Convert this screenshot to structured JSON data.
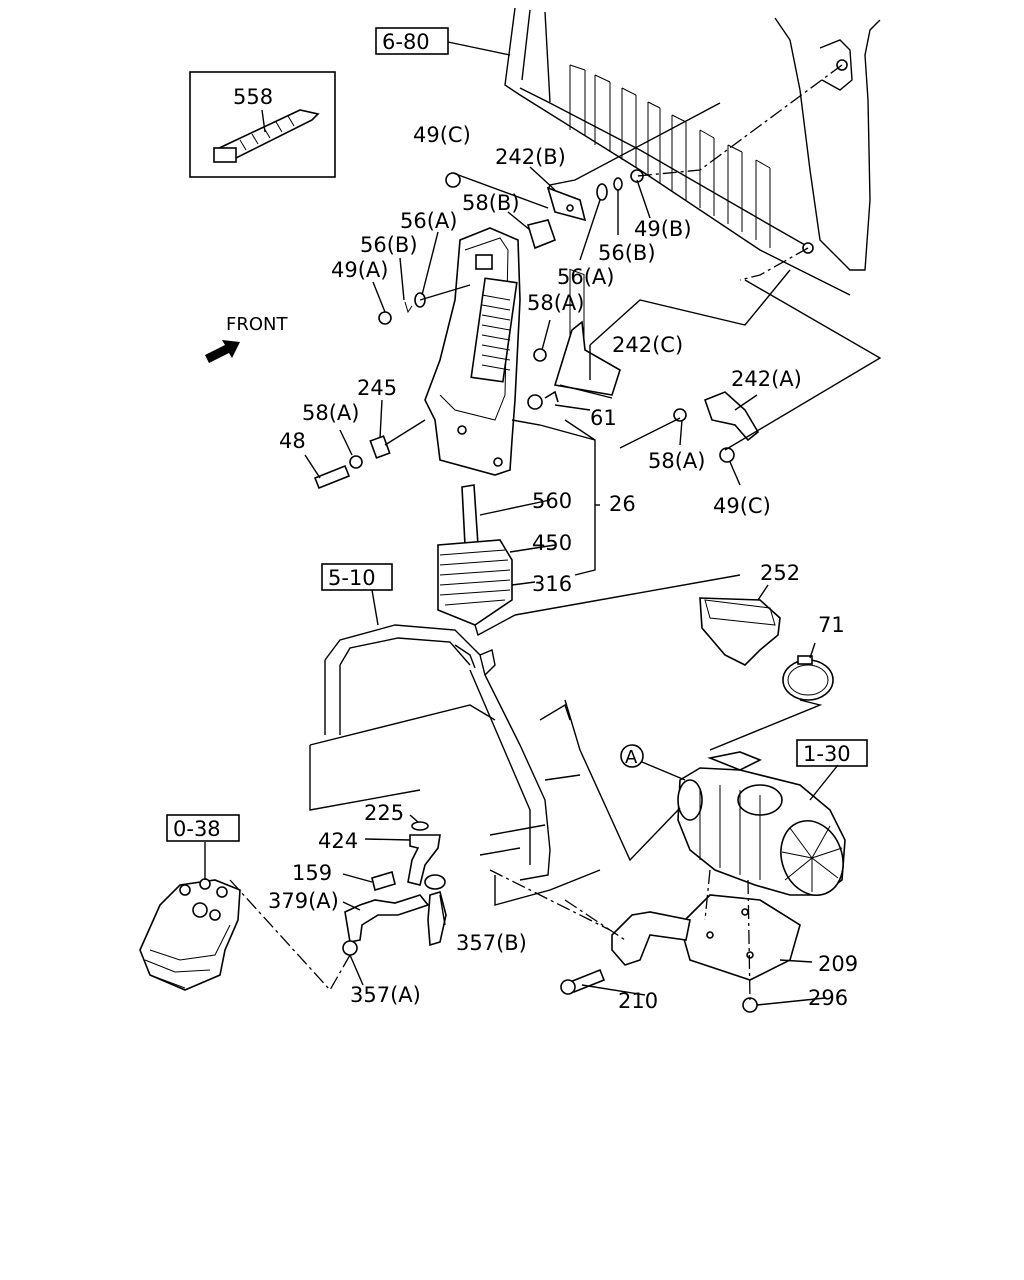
{
  "references": {
    "ref_6_80": "6-80",
    "ref_5_10": "5-10",
    "ref_1_30": "1-30",
    "ref_0_38": "0-38"
  },
  "inset_label": "558",
  "front_label": "FRONT",
  "circle_marker": "A",
  "labels": {
    "p49c_top": "49(C)",
    "p242b": "242(B)",
    "p58b": "58(B)",
    "p56a_left": "56(A)",
    "p56b_left": "56(B)",
    "p49a": "49(A)",
    "p49b": "49(B)",
    "p56b_right": "56(B)",
    "p56a_right": "56(A)",
    "p58a_upper": "58(A)",
    "p242c": "242(C)",
    "p242a": "242(A)",
    "p245": "245",
    "p58a_left": "58(A)",
    "p48": "48",
    "p61": "61",
    "p58a_right": "58(A)",
    "p49c_bottom": "49(C)",
    "p560": "560",
    "p26": "26",
    "p450": "450",
    "p316": "316",
    "p252": "252",
    "p71": "71",
    "p225": "225",
    "p424": "424",
    "p159": "159",
    "p379a": "379(A)",
    "p357b": "357(B)",
    "p357a": "357(A)",
    "p209": "209",
    "p210": "210",
    "p296": "296"
  }
}
